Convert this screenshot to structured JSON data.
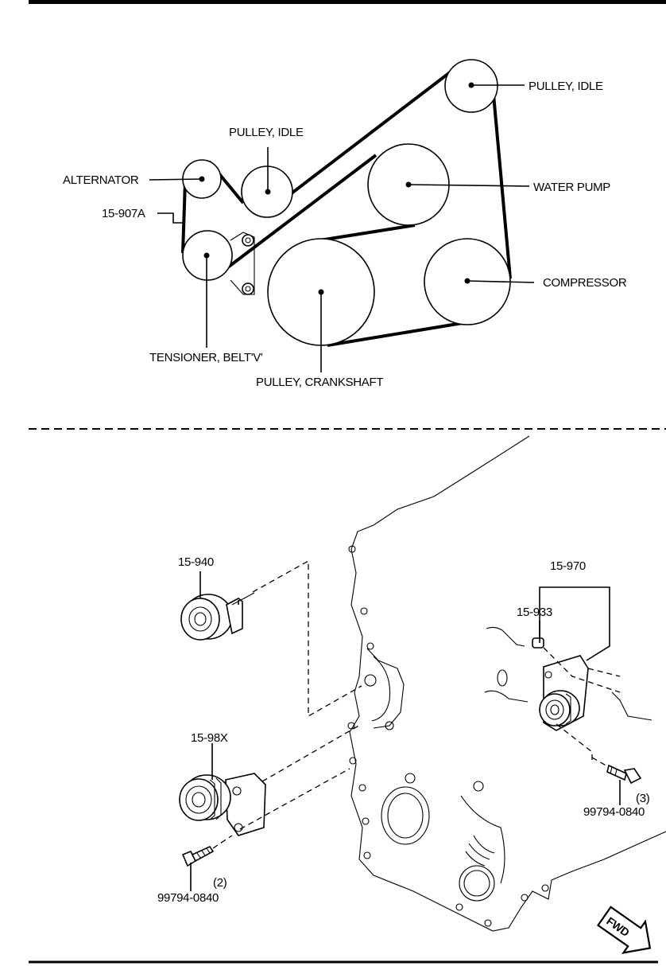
{
  "upper": {
    "labels": {
      "pulley_idle_top": "PULLEY, IDLE",
      "pulley_idle_mid": "PULLEY, IDLE",
      "alternator": "ALTERNATOR",
      "belt_part": "15-907A",
      "water_pump": "WATER PUMP",
      "compressor": "COMPRESSOR",
      "tensioner": "TENSIONER, BELT'V'",
      "crankshaft": "PULLEY, CRANKSHAFT"
    }
  },
  "lower": {
    "parts": {
      "idler": "15-940",
      "tensioner_assy": "15-970",
      "spacer": "15-933",
      "tensioner_left": "15-98X",
      "bolt_left": "99794-0840",
      "bolt_left_qty": "(2)",
      "bolt_right": "99794-0840",
      "bolt_right_qty": "(3)"
    },
    "fwd": "FWD"
  }
}
